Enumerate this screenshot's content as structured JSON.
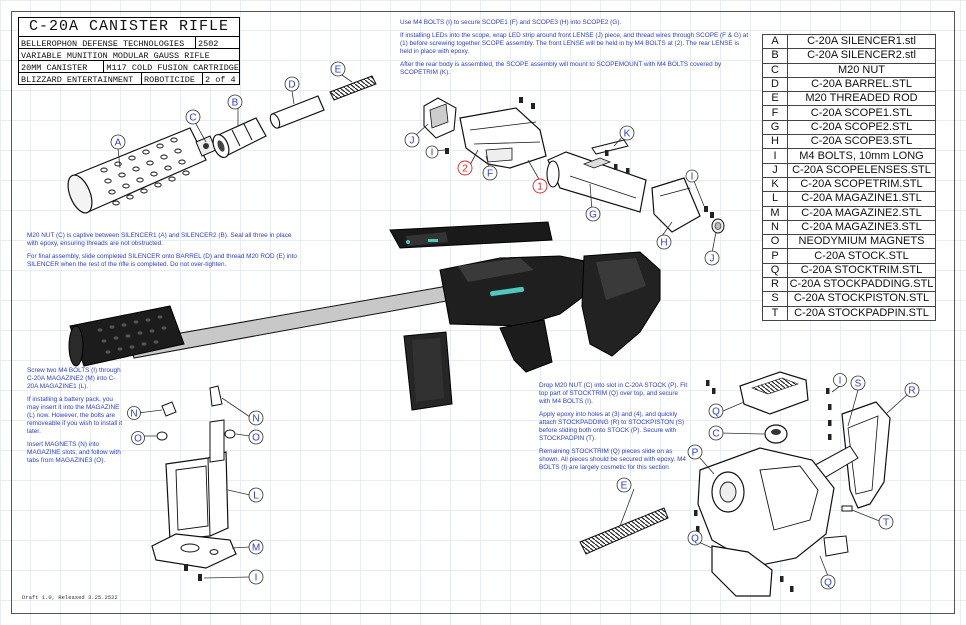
{
  "title_block": {
    "title": "C-20A CANISTER RIFLE",
    "manufacturer": "BELLEROPHON DEFENSE TECHNOLOGIES",
    "year": "2502",
    "description": "VARIABLE MUNITION MODULAR GAUSS RIFLE",
    "ammo_type": "20MM CANISTER",
    "cartridge": "M117 COLD FUSION CARTRIDGE",
    "publisher": "BLIZZARD ENTERTAINMENT",
    "model_by": "ROBOTICIDE",
    "sheet": "2 of 4"
  },
  "parts": [
    {
      "letter": "A",
      "name": "C-20A SILENCER1.stl"
    },
    {
      "letter": "B",
      "name": "C-20A SILENCER2.stl"
    },
    {
      "letter": "C",
      "name": "M20 NUT"
    },
    {
      "letter": "D",
      "name": "C-20A BARREL.STL"
    },
    {
      "letter": "E",
      "name": "M20 THREADED ROD"
    },
    {
      "letter": "F",
      "name": "C-20A SCOPE1.STL"
    },
    {
      "letter": "G",
      "name": "C-20A SCOPE2.STL"
    },
    {
      "letter": "H",
      "name": "C-20A SCOPE3.STL"
    },
    {
      "letter": "I",
      "name": "M4 BOLTS, 10mm LONG"
    },
    {
      "letter": "J",
      "name": "C-20A SCOPELENSES.STL"
    },
    {
      "letter": "K",
      "name": "C-20A SCOPETRIM.STL"
    },
    {
      "letter": "L",
      "name": "C-20A MAGAZINE1.STL"
    },
    {
      "letter": "M",
      "name": "C-20A MAGAZINE2.STL"
    },
    {
      "letter": "N",
      "name": "C-20A MAGAZINE3.STL"
    },
    {
      "letter": "O",
      "name": "NEODYMIUM MAGNETS"
    },
    {
      "letter": "P",
      "name": "C-20A STOCK.STL"
    },
    {
      "letter": "Q",
      "name": "C-20A STOCKTRIM.STL"
    },
    {
      "letter": "R",
      "name": "C-20A STOCKPADDING.STL"
    },
    {
      "letter": "S",
      "name": "C-20A STOCKPISTON.STL"
    },
    {
      "letter": "T",
      "name": "C-20A STOCKPADPIN.STL"
    }
  ],
  "notes": {
    "scope": [
      "Use M4 BOLTS (I) to secure SCOPE1 (F) and SCOPE3 (H) into SCOPE2 (G).",
      "If installing LEDs into the scope, wrap LED strip around front LENSE (J) piece, and thread wires through SCOPE (F & G) at (1) before screwing together SCOPE assembly.  The front LENSE will be held in by M4 BOLTS at (2).  The rear LENSE is held in place with epoxy.",
      "After the rear body is assembled, the SCOPE assembly will mount to SCOPEMOUNT with M4 BOLTS covered by SCOPETRIM (K)."
    ],
    "silencer": [
      "M20 NUT (C) is captive between SILENCER1 (A) and SILENCER2 (B). Seal all three in place with epoxy, ensuring threads are not obstructed.",
      "For final assembly, slide completed SILENCER onto BARREL (D) and thread M20 ROD (E) into SILENCER when the rest of the rifle is completed.  Do not over-tighten."
    ],
    "magazine": [
      "Screw two M4 BOLTS (I) through C-20A MAGAZINE2 (M) into C-20A MAGAZINE1 (L).",
      "If installing a battery pack, you may insert it into the MAGAZINE (L) now.  However, the bolts are removeable if you wish to install it later.",
      "Insert MAGNETS (N) into MAGAZINE slots, and follow with tabs from MAGAZINE3 (O)."
    ],
    "stock": [
      "Drop M20 NUT (C) into slot in C-20A STOCK (P).  Fit top part of STOCKTRIM (Q) over top, and secure with M4 BOLTS (I).",
      "Apply epoxy into holes at (3) and (4), and quickly attach STOCKPADDING (R) to STOCKPISTON (S) before sliding both onto STOCK (P).  Secure with STOCKPADPIN (T).",
      "Remaining STOCKTRIM (Q) pieces slide on as shown. All pieces should be secured with epoxy.  M4 BOLTS (I) are largely cosmetic for this section"
    ]
  },
  "callouts": {
    "A": "A",
    "B": "B",
    "C": "C",
    "D": "D",
    "E": "E",
    "F": "F",
    "G": "G",
    "H": "H",
    "I": "I",
    "J": "J",
    "K": "K",
    "L": "L",
    "M": "M",
    "N": "N",
    "O": "O",
    "P": "P",
    "Q": "Q",
    "R": "R",
    "S": "S",
    "T": "T",
    "one": "1",
    "two": "2"
  },
  "footer": "Draft 1.0, Released 3.25.2522",
  "colors": {
    "note_text": "#2b3fc9",
    "callout_red": "#d42a2a",
    "energy_accent": "#4ec9c0"
  }
}
